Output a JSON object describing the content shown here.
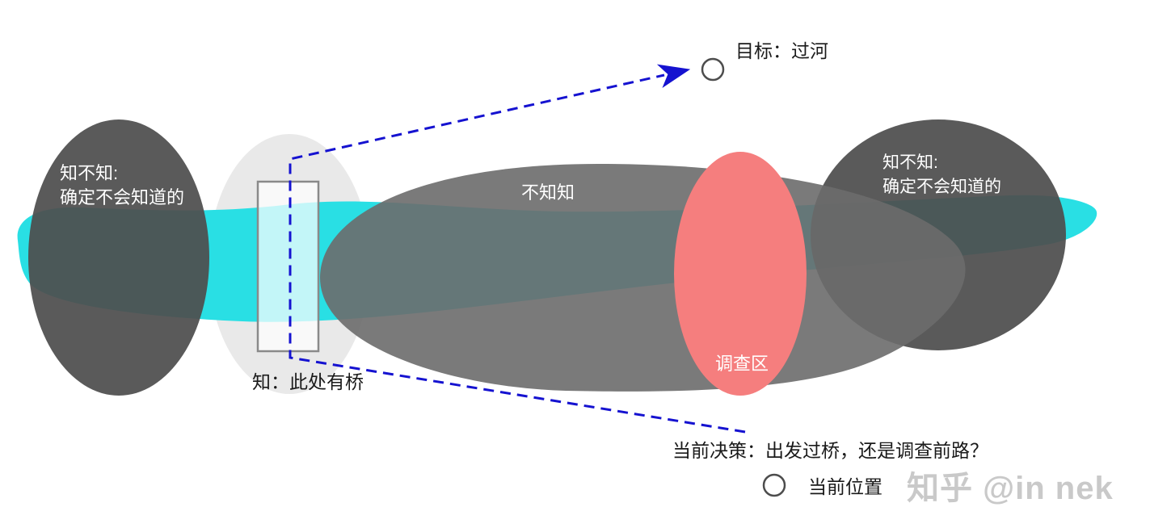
{
  "colors": {
    "river": "#29dfe4",
    "dark_region": "rgba(77,77,77,0.93)",
    "mid_region": "rgba(107,107,107,0.9)",
    "light_region": "#e9e9e9",
    "investigation_region": "#f57e7e",
    "arrow_blue": "#1512d0",
    "bridge_fill": "rgba(255,255,255,0.72)",
    "marker_circle_stroke": "#4d4d4d"
  },
  "regions": {
    "left_known_unknown": {
      "line1": "知不知:",
      "line2": "确定不会知道的"
    },
    "right_known_unknown": {
      "line1": "知不知:",
      "line2": "确定不会知道的"
    },
    "unknown_known": {
      "label": "不知知"
    },
    "investigation_zone": {
      "label": "调查区"
    },
    "bridge": {
      "label": "知：此处有桥"
    }
  },
  "annotations": {
    "goal": {
      "label": "目标：过河"
    },
    "decision": {
      "label": "当前决策：出发过桥，还是调查前路？"
    },
    "current_position": {
      "label": "当前位置"
    },
    "watermark": {
      "label": "知乎 @in nek"
    }
  }
}
